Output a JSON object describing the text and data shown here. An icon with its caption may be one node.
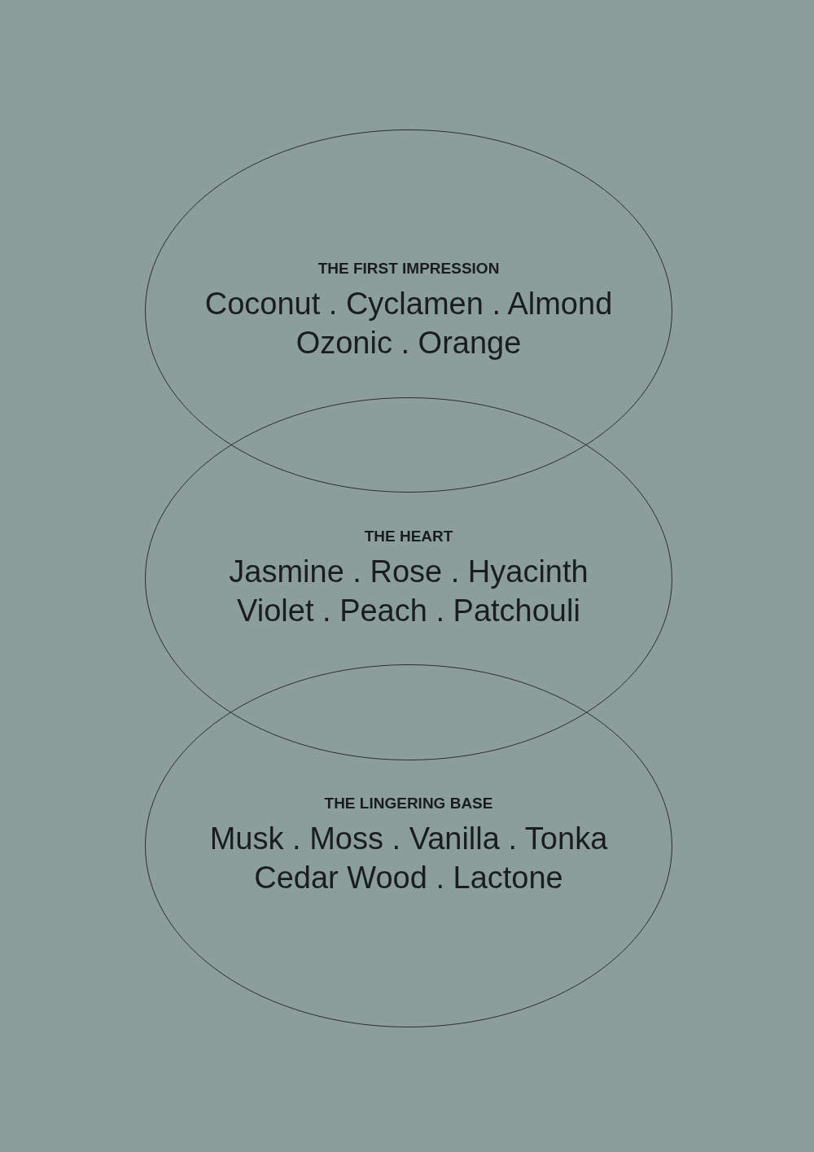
{
  "diagram": {
    "nodes": [
      {
        "text": [
          "THE FIRST IMPRESSION",
          "Coconut . Cyclamen . Almond Ozonic . Orange"
        ]
      },
      {
        "text": [
          "THE HEART",
          "Jasmine . Rose . Hyacinth Violet . Peach . Patchouli"
        ]
      },
      {
        "text": [
          "THE LINGERING BASE",
          "Musk . Moss . Vanilla . Tonka Cedar Wood . Lactone"
        ]
      }
    ]
  }
}
